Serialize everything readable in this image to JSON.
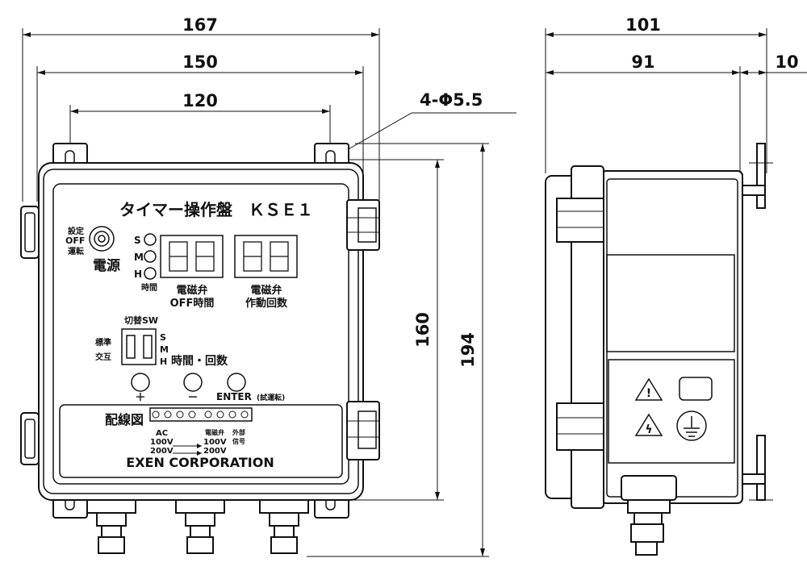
{
  "dimensions": {
    "overall_width": "167",
    "mount_span": "150",
    "hole_pitch": "120",
    "hole_spec": "4-Φ5.5",
    "height_hole_pitch": "160",
    "overall_height": "194",
    "side_depth": "101",
    "side_body": "91",
    "side_bracket": "10"
  },
  "panel": {
    "title": "タイマー操作盤　ＫＳＥ１",
    "power_setting_label": "設定",
    "power_off_label": "OFF",
    "power_run_label": "運転",
    "power_label": "電源",
    "led_s": "S",
    "led_m": "M",
    "led_h": "H",
    "led_time": "時間",
    "display1_label_line1": "電磁弁",
    "display1_label_line2": "OFF時間",
    "display2_label_line1": "電磁弁",
    "display2_label_line2": "作動回数",
    "switch_title": "切替SW",
    "switch_standard": "標準",
    "switch_alternate": "交互",
    "switch_s": "S",
    "switch_m": "M",
    "switch_h": "H",
    "time_count_label": "時間・回数",
    "plus_label": "＋",
    "minus_label": "－",
    "enter_label": "ENTER",
    "enter_note": "(試運転)",
    "wiring_label": "配線図",
    "wiring_ac": "AC",
    "wiring_100_in": "100V",
    "wiring_200_in": "200V",
    "wiring_valve": "電磁弁",
    "wiring_100_out": "100V",
    "wiring_200_out": "200V",
    "wiring_ext_line1": "外部",
    "wiring_ext_line2": "信号",
    "company": "EXEN CORPORATION"
  }
}
